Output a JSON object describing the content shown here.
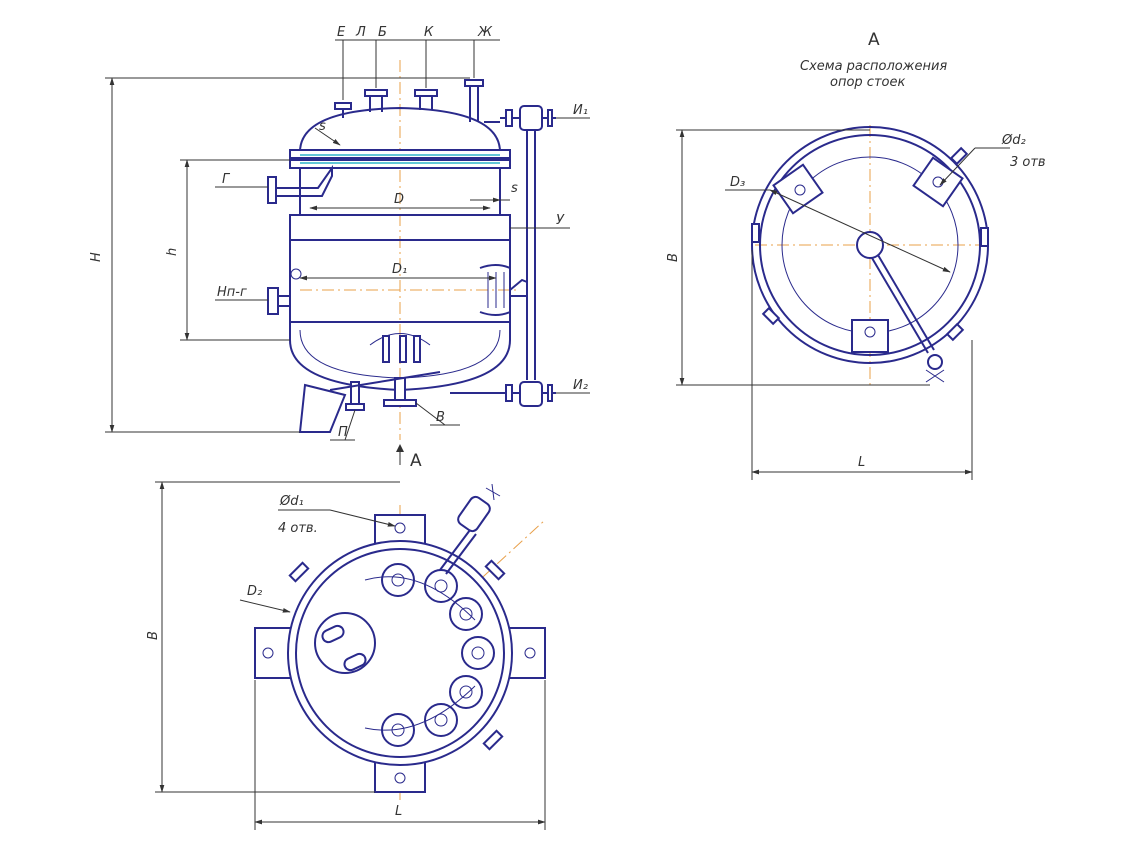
{
  "front_view": {
    "nozzle_labels": [
      "Е",
      "Л",
      "Б",
      "К",
      "Ж"
    ],
    "label_I1": "И₁",
    "label_I2": "И₂",
    "label_G": "Г",
    "label_D": "D",
    "label_S_top": "s",
    "label_S_side": "s",
    "label_U": "У",
    "label_D1": "D₁",
    "label_Hn": "Нп-г",
    "label_H": "Н",
    "label_h": "h",
    "label_V": "В",
    "label_P": "П",
    "view_marker": "А"
  },
  "view_a": {
    "title_letter": "А",
    "title_line1": "Схема расположения",
    "title_line2": "опор стоек",
    "label_B": "В",
    "label_D3": "D₃",
    "label_d2": "Ød₂",
    "label_holes": "3 отв",
    "label_L": "L"
  },
  "bottom_view": {
    "label_d1": "Ød₁",
    "label_holes": "4 отв.",
    "label_D2": "D₂",
    "label_B": "В",
    "label_L": "L"
  }
}
